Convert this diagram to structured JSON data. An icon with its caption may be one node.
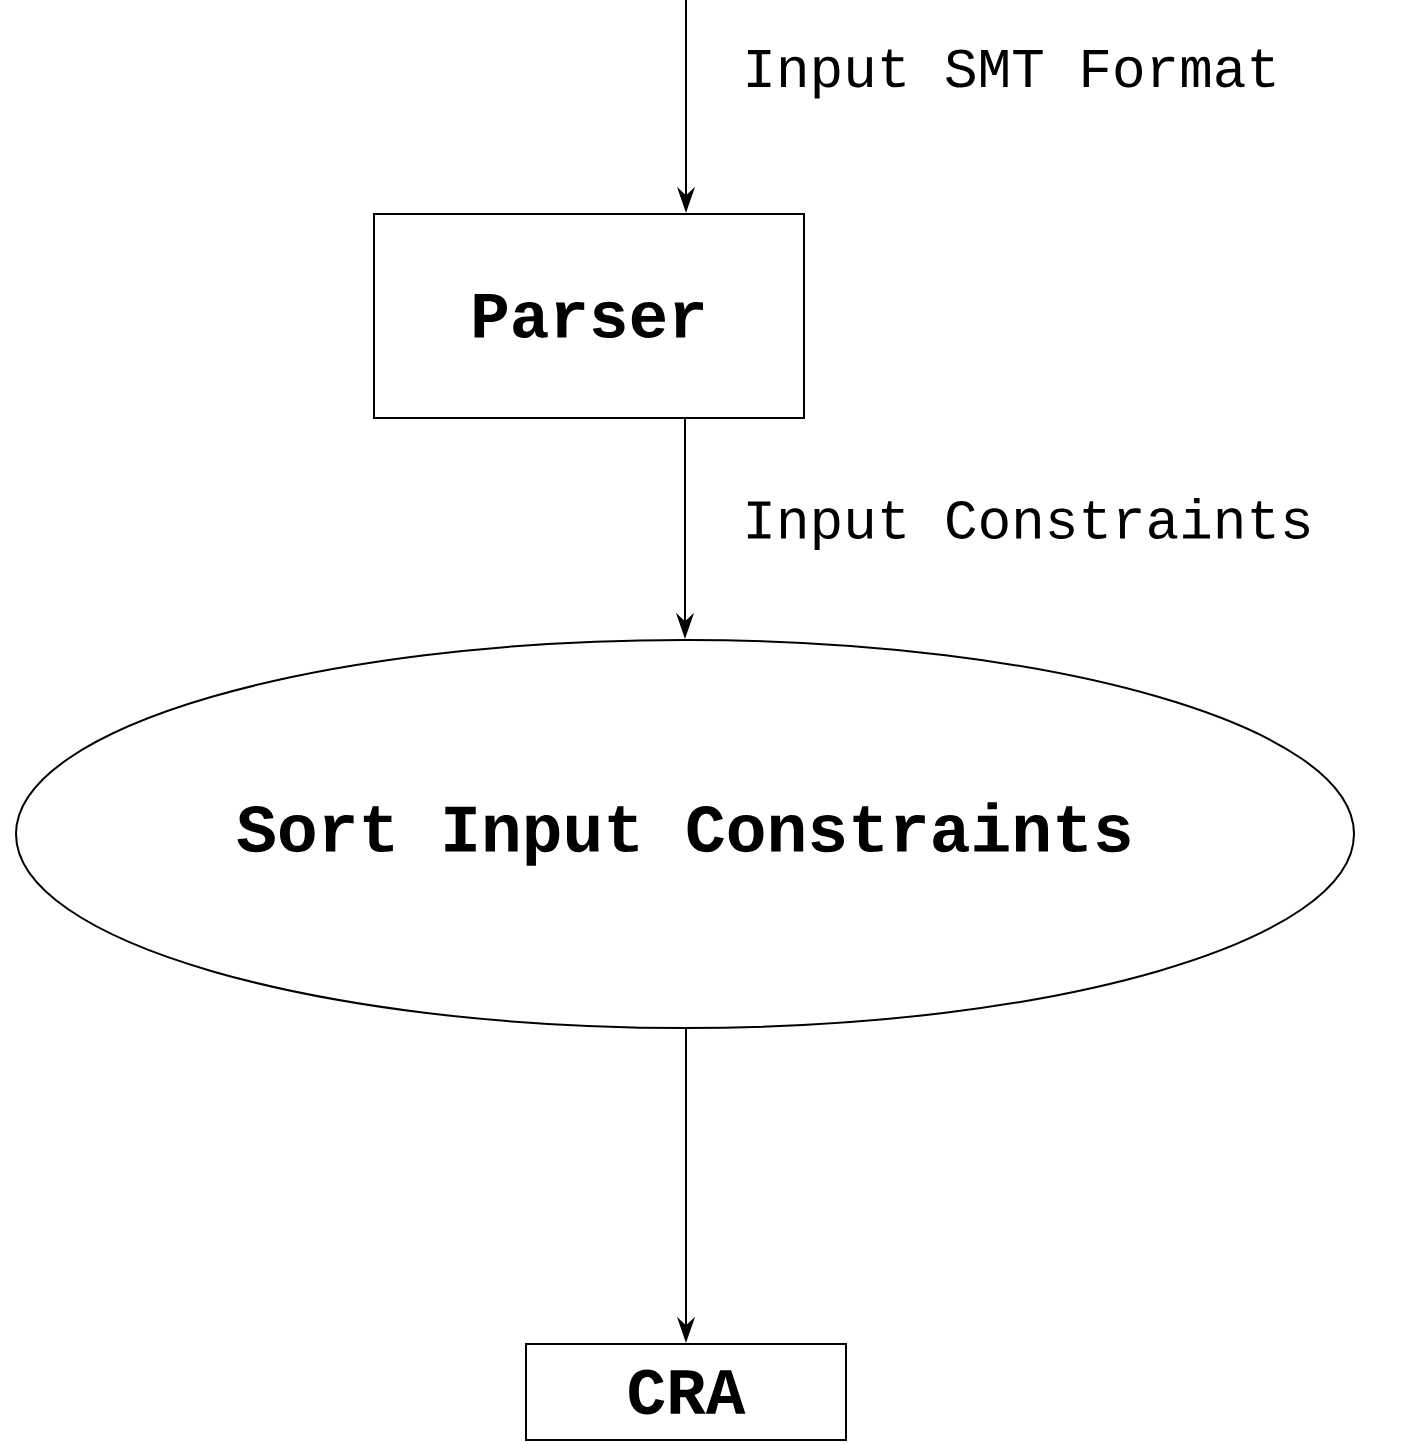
{
  "diagram": {
    "nodes": [
      {
        "text": [
          "Parser"
        ]
      },
      {
        "text": [
          "Sort Input Constraints"
        ]
      },
      {
        "text": [
          "CRA"
        ]
      }
    ],
    "edges": [
      {
        "from": null,
        "to": 0,
        "arrow": "to",
        "label": "Input SMT Format"
      },
      {
        "from": 0,
        "to": 1,
        "arrow": "to",
        "label": "Input Constraints"
      },
      {
        "from": 1,
        "to": 2,
        "arrow": "to"
      }
    ]
  }
}
